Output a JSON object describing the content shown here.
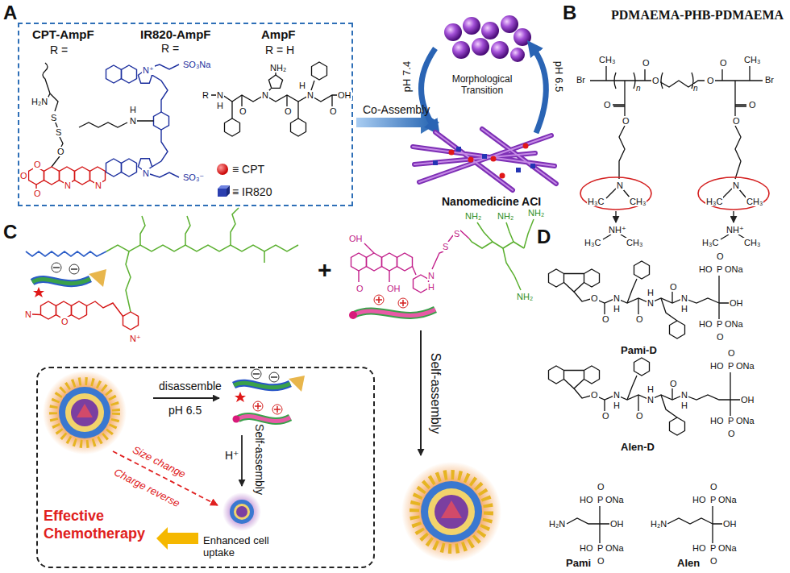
{
  "diagram": {
    "nodes": [
      {
        "text": [
          "CPT-AmpF",
          "IR820-AmpF",
          "AmpF",
          "R =",
          "R =",
          "R = H",
          "≡ CPT",
          "≡ IR820"
        ]
      },
      {
        "text": [
          "disassemble",
          "pH 6.5",
          "H⁺",
          "Self-assembly",
          "Size change",
          "Charge reverse",
          "Effective Chemotherapy",
          "Enhanced cell uptake"
        ]
      }
    ],
    "labels": [
      "A",
      "B",
      "C",
      "D",
      "Co-Assembly",
      "Morphological Transition",
      "pH 7.4",
      "pH 6.5",
      "Nanomedicine ACI",
      "PDMAEMA-PHB-PDMAEMA",
      "Br",
      "CH₃",
      "n",
      "O",
      "O",
      "O",
      "O",
      "N",
      "H₃C",
      "CH₃",
      "O",
      "O",
      "n",
      "CH₃",
      "Br",
      "O",
      "O",
      "N",
      "H₃C",
      "CH₃",
      "NH⁺",
      "H₃C",
      "CH₃",
      "NH⁺",
      "H₃C",
      "CH₃",
      "H₂N",
      "S",
      "S",
      "O",
      "O",
      "N",
      "N",
      "O",
      "O",
      "H",
      "N",
      "N⁺",
      "N",
      "SO₃Na",
      "SO₃⁻",
      "R",
      "N",
      "H",
      "NH₂",
      "O",
      "N",
      "O",
      "N",
      "H",
      "O",
      "OH",
      "+",
      "Self-assembly",
      "N",
      "O",
      "N⁺",
      "OH",
      "O",
      "OH",
      "N",
      "H",
      "S",
      "S",
      "NH₂",
      "NH₂",
      "NH₂",
      "NH₂",
      "Pami-D",
      "Alen-D",
      "Pami",
      "Alen",
      "O",
      "O",
      "N",
      "H",
      "O",
      "N",
      "H",
      "O",
      "N",
      "H",
      "HO",
      "P",
      "O",
      "ONa",
      "OH",
      "HO",
      "P",
      "O",
      "ONa",
      "O",
      "O",
      "N",
      "H",
      "O",
      "N",
      "H",
      "O",
      "N",
      "H",
      "HO",
      "P",
      "O",
      "ONa",
      "OH",
      "HO",
      "P",
      "O",
      "ONa",
      "H₂N",
      "HO",
      "P",
      "O",
      "ONa",
      "OH",
      "HO",
      "P",
      "O",
      "ONa",
      "H₂N",
      "HO",
      "P",
      "O",
      "ONa",
      "OH",
      "HO",
      "P",
      "O",
      "ONa"
    ]
  }
}
